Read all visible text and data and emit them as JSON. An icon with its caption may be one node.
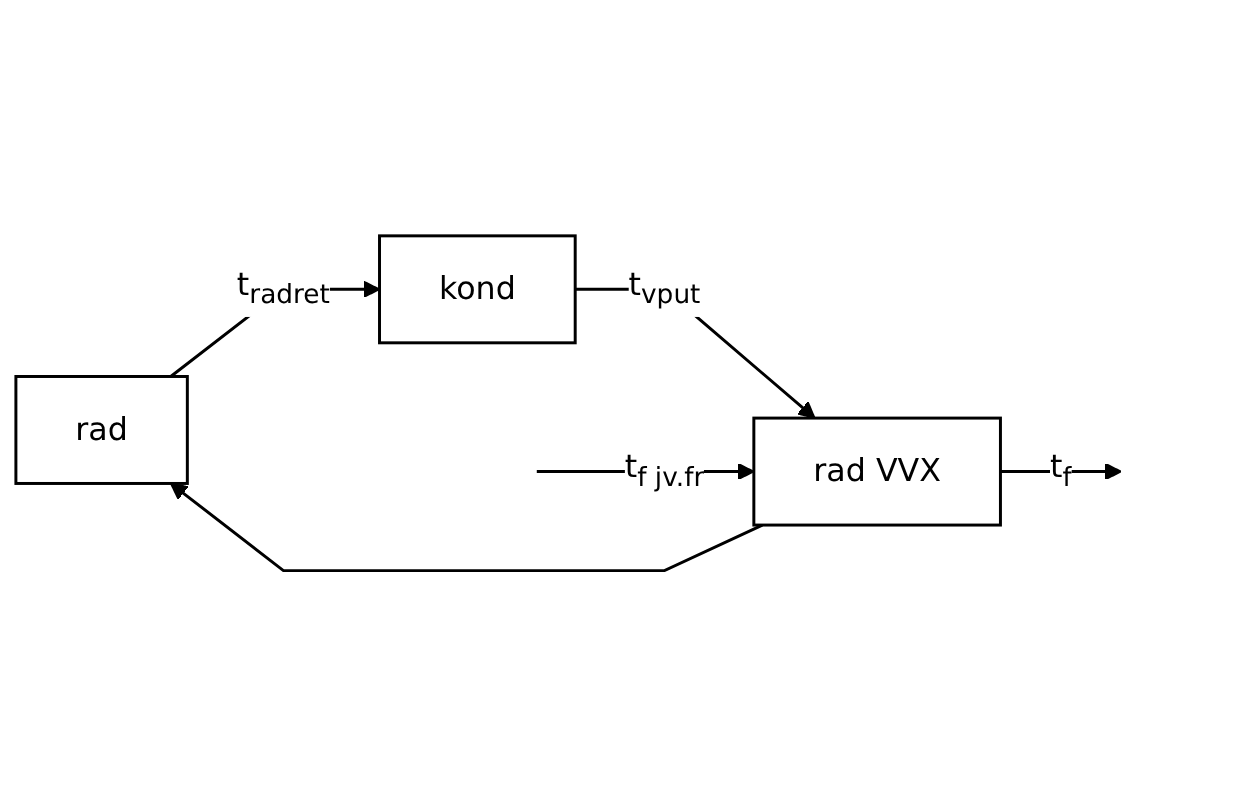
{
  "diagram": {
    "nodes": [
      {
        "text": [
          "rad"
        ]
      },
      {
        "text": [
          "rad VVX"
        ]
      },
      {
        "text": [
          "kond"
        ]
      }
    ],
    "edges": [
      {
        "from": 0,
        "to": 2,
        "arrow": "to",
        "label": "t$_{radret}$"
      },
      {
        "from": 2,
        "to": 1,
        "arrow": "to",
        "label": "t$_{vput}$"
      },
      {
        "from": 1,
        "to": 0,
        "arrow": "to"
      },
      {
        "from": null,
        "to": 1,
        "arrow": "to",
        "label": "t$_{f jv.fr}$"
      },
      {
        "from": 1,
        "to": null,
        "arrow": "to",
        "label": "t$_{f}$"
      }
    ]
  }
}
